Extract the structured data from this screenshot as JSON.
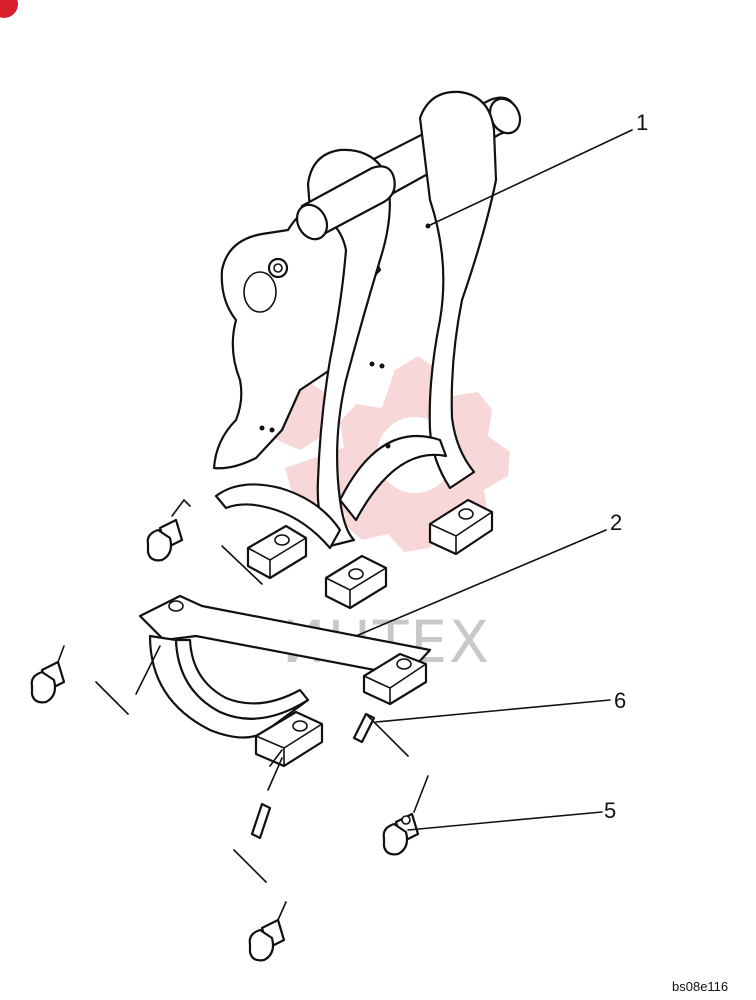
{
  "diagram": {
    "callouts": [
      "1",
      "2",
      "6",
      "5"
    ],
    "watermark": "ИНТЕХ",
    "drawing_code": "bs08e116",
    "watermark_color": "#f2b8b8",
    "corner_mark_color": "#d81e2c"
  }
}
